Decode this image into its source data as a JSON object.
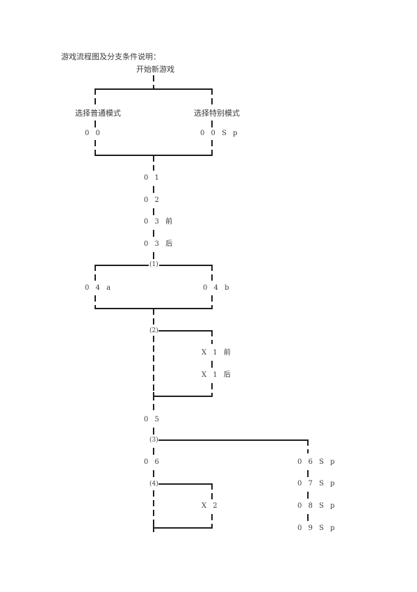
{
  "title": "游戏流程图及分支条件说明：",
  "start": "开始新游戏",
  "mode_branch": {
    "left_label": "选择普通模式",
    "right_label": "选择特别模式",
    "left_code": "0 0",
    "right_code": "0 0 S p"
  },
  "main_sequence": [
    "0 1",
    "0 2",
    "0 3 前",
    "0 3 后"
  ],
  "branch1": {
    "node": "(1)",
    "left_code": "0 4 a",
    "right_code": "0 4 b"
  },
  "branch2": {
    "node": "(2)",
    "items": [
      "X 1 前",
      "X 1 后"
    ]
  },
  "after_branch2": "0 5",
  "branch3": {
    "node": "(3)",
    "main_code": "0 6",
    "side_items": [
      "0 6 S p",
      "0 7 S p",
      "0 8 S p",
      "0 9 S p"
    ]
  },
  "branch4": {
    "node": "(4)",
    "items": [
      "X 2"
    ]
  },
  "colors": {
    "line": "#1e1e1e",
    "text": "#3a3a3a",
    "background": "#ffffff"
  }
}
